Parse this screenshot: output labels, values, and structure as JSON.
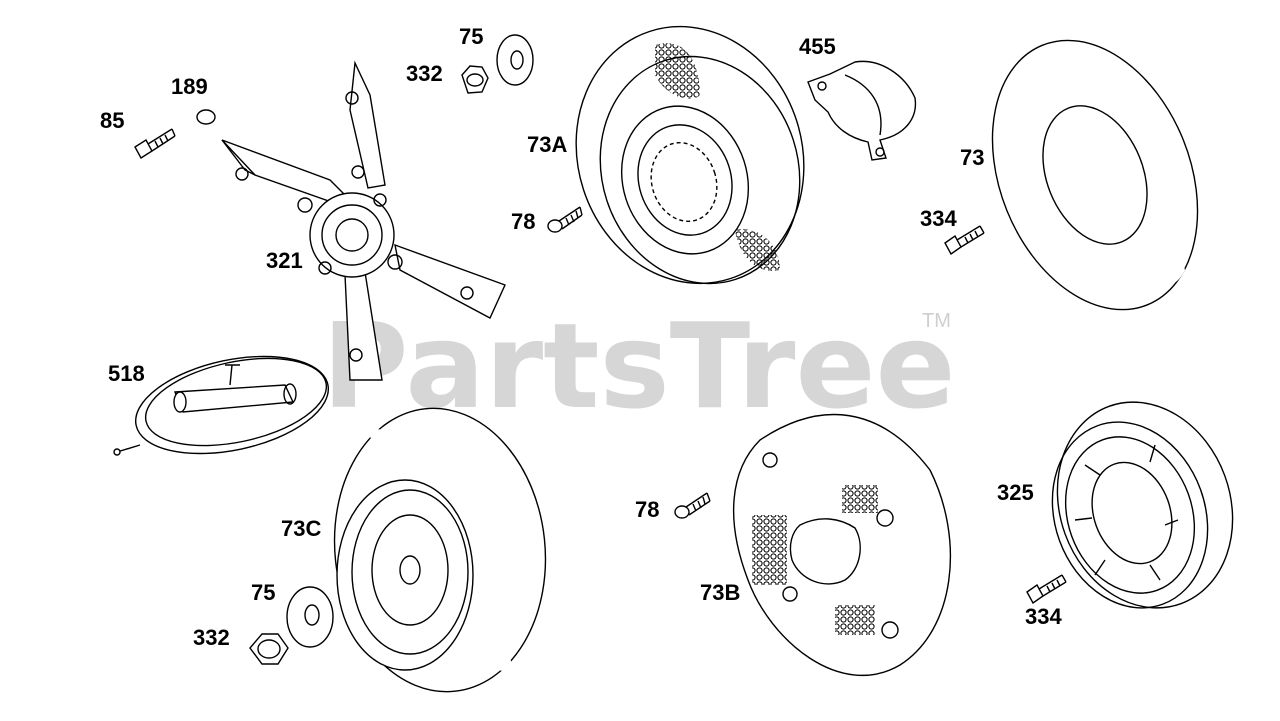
{
  "watermark": {
    "text": "PartsTree",
    "trademark": "TM"
  },
  "parts": [
    {
      "id": "85"
    },
    {
      "id": "189"
    },
    {
      "id": "321"
    },
    {
      "id": "75"
    },
    {
      "id": "332"
    },
    {
      "id": "73A"
    },
    {
      "id": "78"
    },
    {
      "id": "455"
    },
    {
      "id": "73"
    },
    {
      "id": "334"
    },
    {
      "id": "518"
    },
    {
      "id": "73C"
    },
    {
      "id": "75"
    },
    {
      "id": "332"
    },
    {
      "id": "78"
    },
    {
      "id": "73B"
    },
    {
      "id": "325"
    },
    {
      "id": "334"
    }
  ]
}
